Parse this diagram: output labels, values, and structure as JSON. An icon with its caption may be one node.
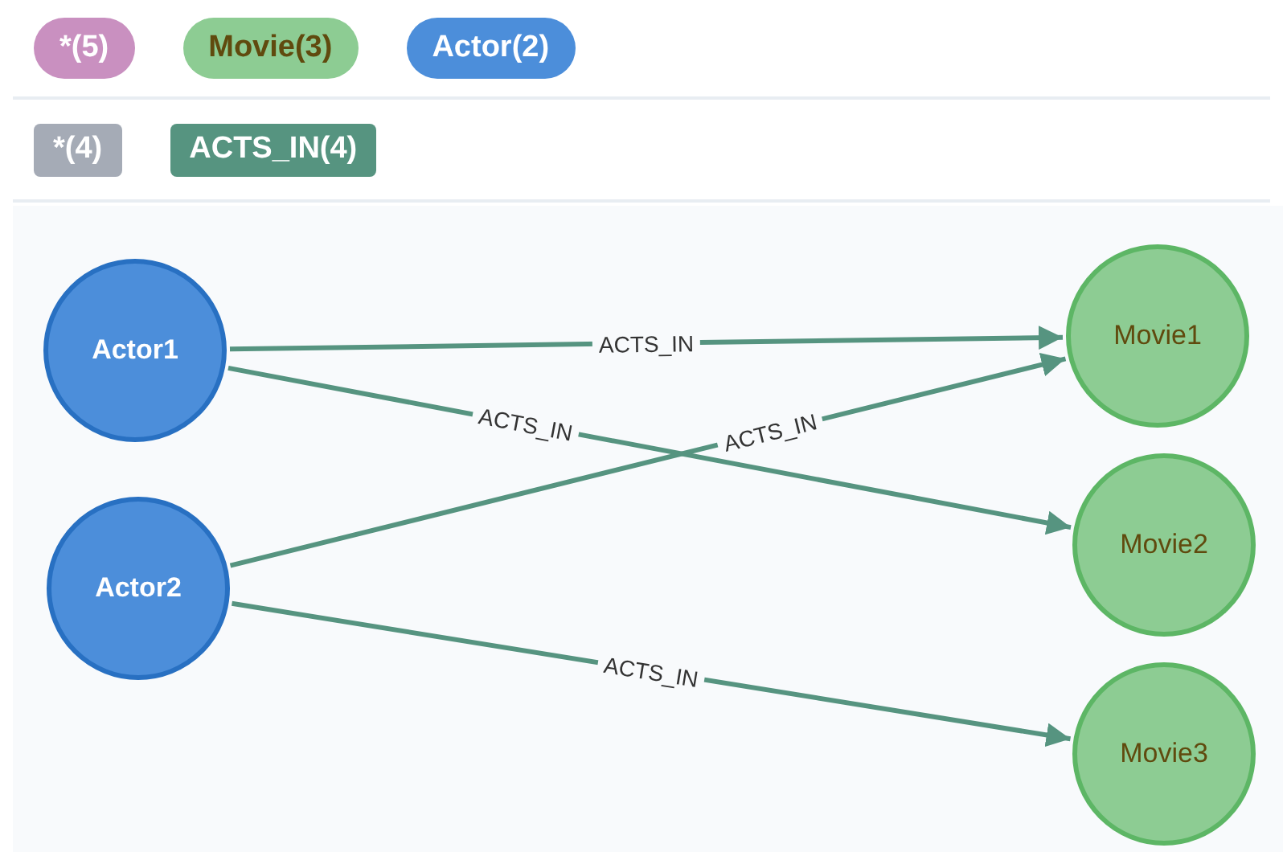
{
  "diagram": {
    "nodes": [
      {
        "text": [
          "Actor1"
        ]
      },
      {
        "text": [
          "Actor2"
        ]
      },
      {
        "text": [
          "Movie1"
        ]
      },
      {
        "text": [
          "Movie2"
        ]
      },
      {
        "text": [
          "Movie3"
        ]
      }
    ],
    "edges": [
      {
        "from": 0,
        "to": 2,
        "arrow": "to",
        "label": "ACTS_IN"
      },
      {
        "from": 0,
        "to": 3,
        "arrow": "to",
        "label": "ACTS_IN"
      },
      {
        "from": 1,
        "to": 2,
        "arrow": "to",
        "label": "ACTS_IN"
      },
      {
        "from": 1,
        "to": 4,
        "arrow": "to",
        "label": "ACTS_IN"
      }
    ],
    "legend": [
      {
        "text": "*(5)",
        "color": "#c990c0"
      },
      {
        "text": "Movie(3)",
        "color": "#8dcc93"
      },
      {
        "text": "Actor(2)",
        "color": "#4c8eda"
      },
      {
        "text": "*(4)",
        "color": "#a5abb6"
      },
      {
        "text": "ACTS_IN(4)",
        "color": "#569480"
      }
    ]
  }
}
